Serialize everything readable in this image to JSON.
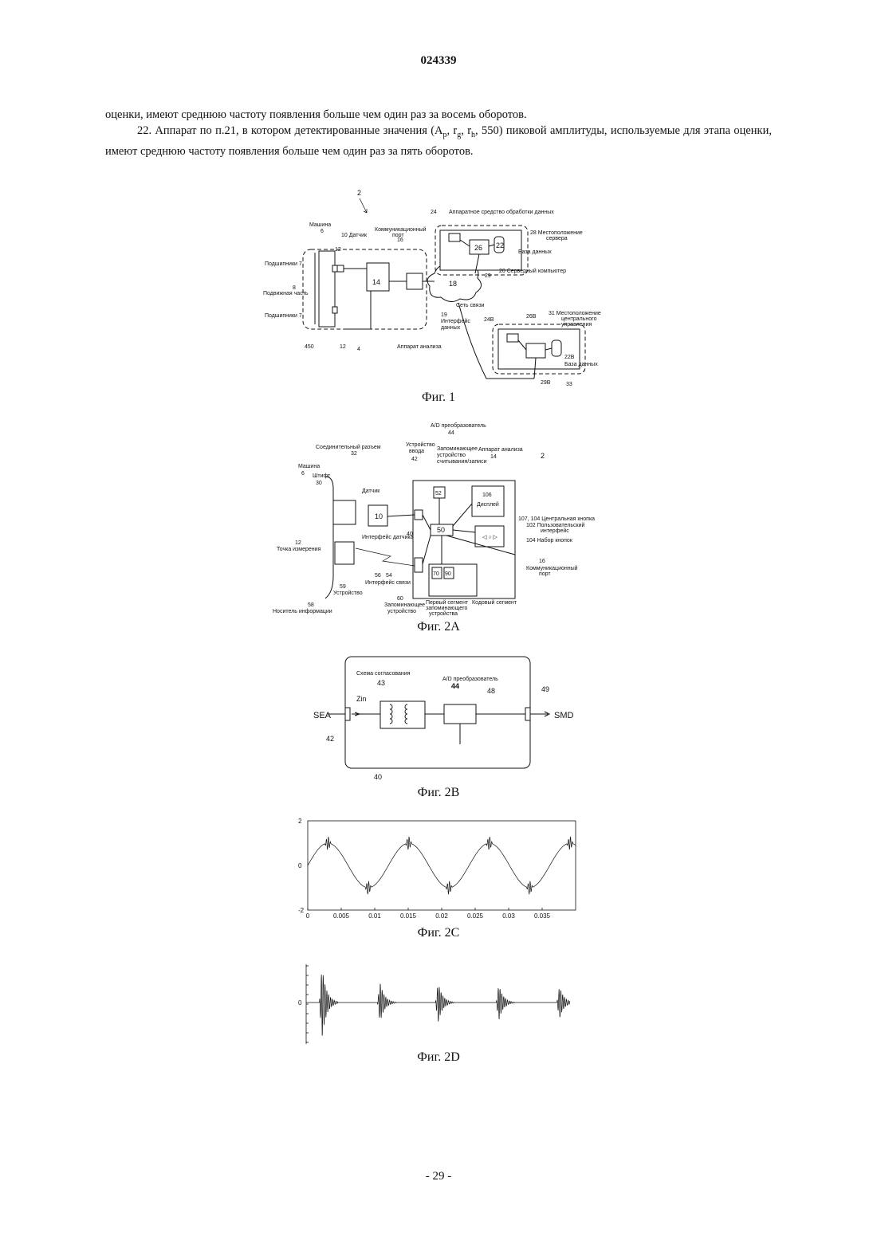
{
  "header": {
    "patent_number": "024339"
  },
  "paragraphs": {
    "p1": "оценки, имеют среднюю частоту появления больше чем один раз за восемь оборотов.",
    "p2_a": "22. Аппарат по п.21, в котором детектированные значения (A",
    "p2_sub_p": "p",
    "p2_b": ", r",
    "p2_sub_g": "g",
    "p2_c": ", r",
    "p2_sub_h": "h",
    "p2_d": ", 550) пиковой амплитуды, используемые для этапа оценки, имеют среднюю частоту появления больше чем один раз за пять оборотов."
  },
  "fig1": {
    "caption": "Фиг. 1",
    "labels": {
      "ref2": "2",
      "ref24": "24",
      "hw": "Аппаратное средство обработки данных",
      "comport": "Коммуникационный",
      "comport2": "порт",
      "ref16": "16",
      "mach": "Машина",
      "ref6": "6",
      "ref10": "10 Датчик",
      "ref12": "12",
      "bear1": "Подшипники 7",
      "ref8": "8",
      "moving": "Подвижная часть",
      "bear2": "Подшипники 7",
      "ref450": "450",
      "ref12b": "12",
      "ref4": "4",
      "ref14": "14",
      "analysis": "Аппарат анализа",
      "ref18": "18",
      "net": "Сеть связи",
      "ref19": "19",
      "iface": "Интерфейс",
      "iface2": "данных",
      "ref28": "28 Местоположение",
      "server_loc": "сервера",
      "ref26": "26",
      "ref22": "22",
      "db": "База данных",
      "ref29": "29",
      "ref20": "20 Серверный компьютер",
      "ref24b": "24B",
      "ref26b": "26B",
      "ref31": "31 Местоположение",
      "central": "центрального",
      "central2": "управления",
      "ref22b": "22B",
      "dbb": "База данных",
      "ref29b": "29B",
      "ref33": "33"
    }
  },
  "fig2a": {
    "caption": "Фиг. 2А",
    "labels": {
      "adc": "A/D преобразователь",
      "ref44": "44",
      "connector": "Соединительный разъем",
      "ref32": "32",
      "input": "Устройство",
      "input2": "ввода",
      "ref42": "42",
      "mem": "Запоминающее",
      "mem2": "устройство",
      "mem3": "считывания/записи",
      "analysis": "Аппарат анализа",
      "ref14": "14",
      "ref2": "2",
      "mach": "Машина",
      "ref6": "6",
      "pin": "Штифт",
      "ref30": "30",
      "sensor": "Датчик",
      "ref10": "10",
      "ref52": "52",
      "ref106": "106",
      "display": "Дисплей",
      "ref107": "107, 104 Центральная кнопка",
      "ref102": "102 Пользовательский",
      "ui2": "интерфейс",
      "ref104": "104 Набор кнопок",
      "ref50": "50",
      "ref40": "40",
      "sens_iface": "Интерфейс датчика",
      "ref12": "12",
      "mpoint": "Точка измерения",
      "ref16": "16",
      "comport": "Коммуникационный",
      "comport2": "порт",
      "ref56": "56",
      "ref54": "54",
      "comm_iface": "Интерфейс связи",
      "ref59": "59",
      "device": "Устройство",
      "ref70": "70",
      "ref90": "90",
      "ref58": "58",
      "carrier": "Носитель информации",
      "ref60": "60",
      "memdev": "Запоминающее",
      "memdev2": "устройство",
      "seg1": "Первый сегмент",
      "seg1b": "запоминающего",
      "seg1c": "устройства",
      "codeseg": "Кодовый сегмент"
    }
  },
  "fig2b": {
    "caption": "Фиг. 2B",
    "labels": {
      "match": "Схема согласования",
      "ref43": "43",
      "adc": "A/D преобразователь",
      "ref44": "44",
      "ref48": "48",
      "ref49": "49",
      "zin": "Zin",
      "sea": "SEA",
      "smd": "SMD",
      "ref42": "42",
      "ref40": "40"
    }
  },
  "fig2c": {
    "caption": "Фиг. 2C",
    "chart_data": {
      "type": "line",
      "xlim": [
        0,
        0.04
      ],
      "ylim": [
        -2,
        2
      ],
      "x_ticks": [
        "0",
        "0.005",
        "0.01",
        "0.015",
        "0.02",
        "0.025",
        "0.03",
        "0.035"
      ],
      "y_ticks": [
        "2",
        "0",
        "-2"
      ],
      "series": [
        {
          "description": "sine wave with ~3.3 cycles over 0-0.04 s, amplitude ~1, with high-frequency bursts superimposed near each peak and trough",
          "frequency_hz": 83,
          "amplitude": 1.0,
          "burst_amplitude": 0.35
        }
      ]
    }
  },
  "fig2d": {
    "caption": "Фиг. 2D",
    "chart_data": {
      "type": "line",
      "y_ticks": [
        "0"
      ],
      "series": [
        {
          "description": "five decaying impulse bursts on a flat zero baseline",
          "burst_positions": [
            0.06,
            0.28,
            0.5,
            0.73,
            0.96
          ],
          "burst_amplitudes": [
            1.0,
            0.55,
            0.55,
            0.5,
            0.45
          ]
        }
      ]
    }
  },
  "footer": {
    "page": "- 29 -"
  }
}
